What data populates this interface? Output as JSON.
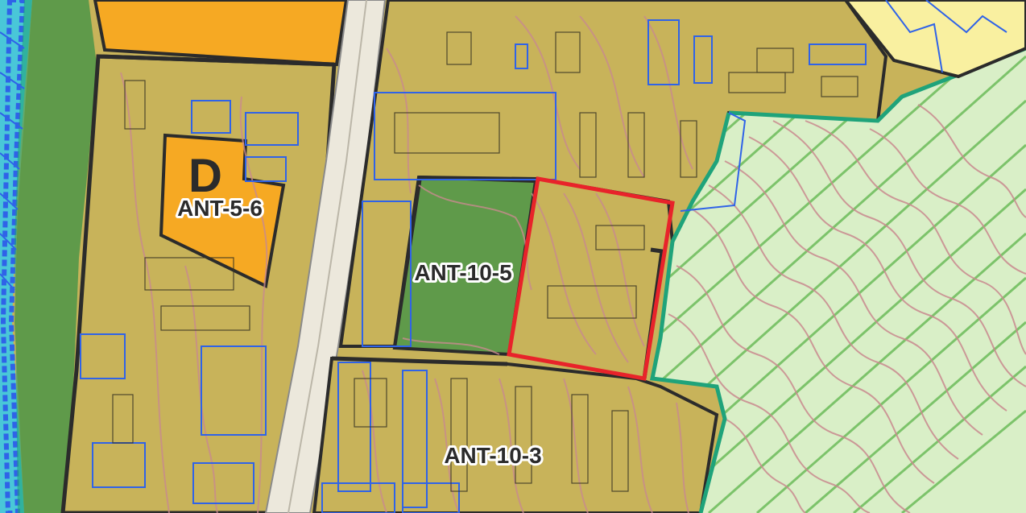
{
  "map": {
    "zone_labels": {
      "ant_5_6": "ANT-5-6",
      "ant_10_5": "ANT-10-5",
      "ant_10_3": "ANT-10-3"
    },
    "designation_letter": "D",
    "colors": {
      "built_zone": "#c8b35a",
      "commercial_zone": "#f6a923",
      "green_space": "#5f9a4a",
      "forest_zone": "#d9efc7",
      "forest_hatch": "#7cc36a",
      "forest_boundary": "#1fa37a",
      "contour": "#c98a8f",
      "parcel": "#2f63e8",
      "zone_boundary": "#2b2b2b",
      "road": "#ece8dc",
      "river": "#49c7d8",
      "highlight": "#e8232a",
      "residential_zone": "#f9f0a0"
    }
  }
}
